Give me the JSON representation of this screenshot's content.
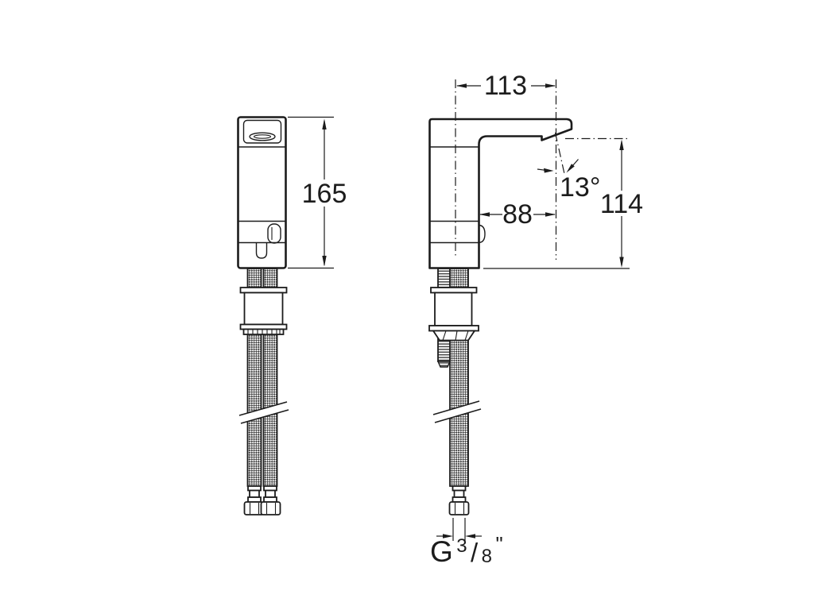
{
  "drawing": {
    "kind": "faucet-installation-dimension-drawing",
    "colors": {
      "line": "#1c1c1c",
      "background": "#ffffff"
    },
    "dimensions": {
      "overall_height": "165",
      "spout_projection": "113",
      "body_to_outlet": "88",
      "outlet_height": "114",
      "spray_angle": "13°",
      "connection_thread": {
        "full": "G3/8\"",
        "prefix": "G",
        "numerator": "3",
        "slash": "/",
        "denominator": "8",
        "inch_mark": "\""
      }
    }
  }
}
